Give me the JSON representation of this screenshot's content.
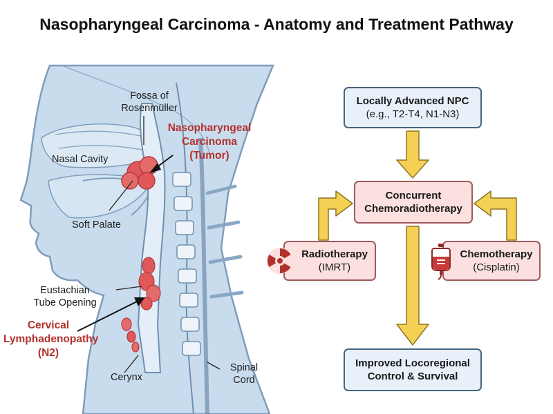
{
  "title": "Nasopharyngeal Carcinoma - Anatomy and Treatment Pathway",
  "anatomy": {
    "fossa": [
      "Fossa of",
      "Rosenmüller"
    ],
    "nasal_cavity": "Nasal Cavity",
    "tumor": [
      "Nasopharyngeal",
      "Carcinoma",
      "(Tumor)"
    ],
    "soft_palate": "Soft Palate",
    "eustachian": [
      "Eustachian",
      "Tube Opening"
    ],
    "lymph": [
      "Cervical",
      "Lymphadenopathy",
      "(N2)"
    ],
    "larynx": "Cerynx",
    "spinal": [
      "Spinal",
      "Cord"
    ]
  },
  "flow": {
    "stage": [
      "Locally Advanced NPC",
      "(e.g., T2-T4, N1-N3)"
    ],
    "ccrt": [
      "Concurrent",
      "Chemoradiotherapy"
    ],
    "radio": [
      "Radiotherapy",
      "(IMRT)"
    ],
    "chemo": [
      "Chemotherapy",
      "(Cisplatin)"
    ],
    "outcome": [
      "Improved Locoregional",
      "Control & Survival"
    ]
  },
  "colors": {
    "tissue": "#c9dcee",
    "tissue_dark": "#7e9cbc",
    "tumor": "#e0585a",
    "arrow": "#f4d055",
    "arrow_stroke": "#8d7522"
  }
}
